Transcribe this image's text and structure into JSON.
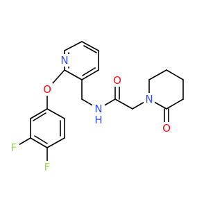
{
  "molecule": {
    "atom_labels": {
      "pyridine_n": "N",
      "ether_o": "O",
      "amide_nh": "N",
      "amide_h": "H",
      "amide_o": "O",
      "piperidinone_n": "N",
      "lactam_o": "O",
      "fluorine_1": "F",
      "fluorine_2": "F"
    },
    "colors": {
      "bond": "#000000",
      "nitrogen": "#3050F8",
      "oxygen": "#FF0D0D",
      "fluorine": "#90E050"
    }
  }
}
